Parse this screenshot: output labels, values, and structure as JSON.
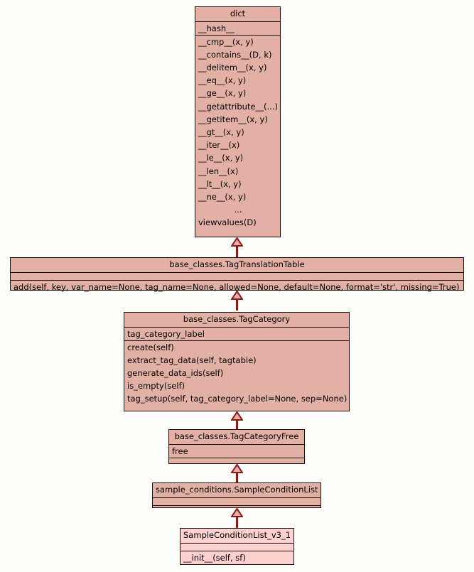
{
  "diagram": {
    "type": "uml-class-diagram",
    "background_color": "#fdfefc",
    "box_fill_color": "#e3b0a5",
    "highlight_fill_color": "#ffd0d0",
    "border_color": "#1a1008",
    "connector_color": "#8b1a1a",
    "relationship": "generalization (inheritance)"
  },
  "classes": {
    "dict": {
      "name": "dict",
      "attributes": [
        "__hash__"
      ],
      "operations": [
        "__cmp__(x, y)",
        "__contains__(D, k)",
        "__delitem__(x, y)",
        "__eq__(x, y)",
        "__ge__(x, y)",
        "__getattribute__(...)",
        "__getitem__(x, y)",
        "__gt__(x, y)",
        "__iter__(x)",
        "__le__(x, y)",
        "__len__(x)",
        "__lt__(x, y)",
        "__ne__(x, y)",
        "...",
        "viewvalues(D)"
      ]
    },
    "tag_translation_table": {
      "name": "base_classes.TagTranslationTable",
      "attributes": [],
      "operations": [
        "add(self, key, var_name=None, tag_name=None, allowed=None, default=None, format='str', missing=True)"
      ]
    },
    "tag_category": {
      "name": "base_classes.TagCategory",
      "attributes": [
        "tag_category_label"
      ],
      "operations": [
        "create(self)",
        "extract_tag_data(self, tagtable)",
        "generate_data_ids(self)",
        "is_empty(self)",
        "tag_setup(self, tag_category_label=None, sep=None)"
      ]
    },
    "tag_category_free": {
      "name": "base_classes.TagCategoryFree",
      "attributes": [
        "free"
      ],
      "operations": []
    },
    "sample_condition_list": {
      "name": "sample_conditions.SampleConditionList",
      "attributes": [],
      "operations": []
    },
    "sample_condition_list_v3_1": {
      "name": "SampleConditionList_v3_1",
      "attributes": [],
      "operations": [
        "__init__(self, sf)"
      ]
    }
  },
  "edges": [
    {
      "from": "base_classes.TagTranslationTable",
      "to": "dict"
    },
    {
      "from": "base_classes.TagCategory",
      "to": "base_classes.TagTranslationTable"
    },
    {
      "from": "base_classes.TagCategoryFree",
      "to": "base_classes.TagCategory"
    },
    {
      "from": "sample_conditions.SampleConditionList",
      "to": "base_classes.TagCategoryFree"
    },
    {
      "from": "SampleConditionList_v3_1",
      "to": "sample_conditions.SampleConditionList"
    }
  ]
}
